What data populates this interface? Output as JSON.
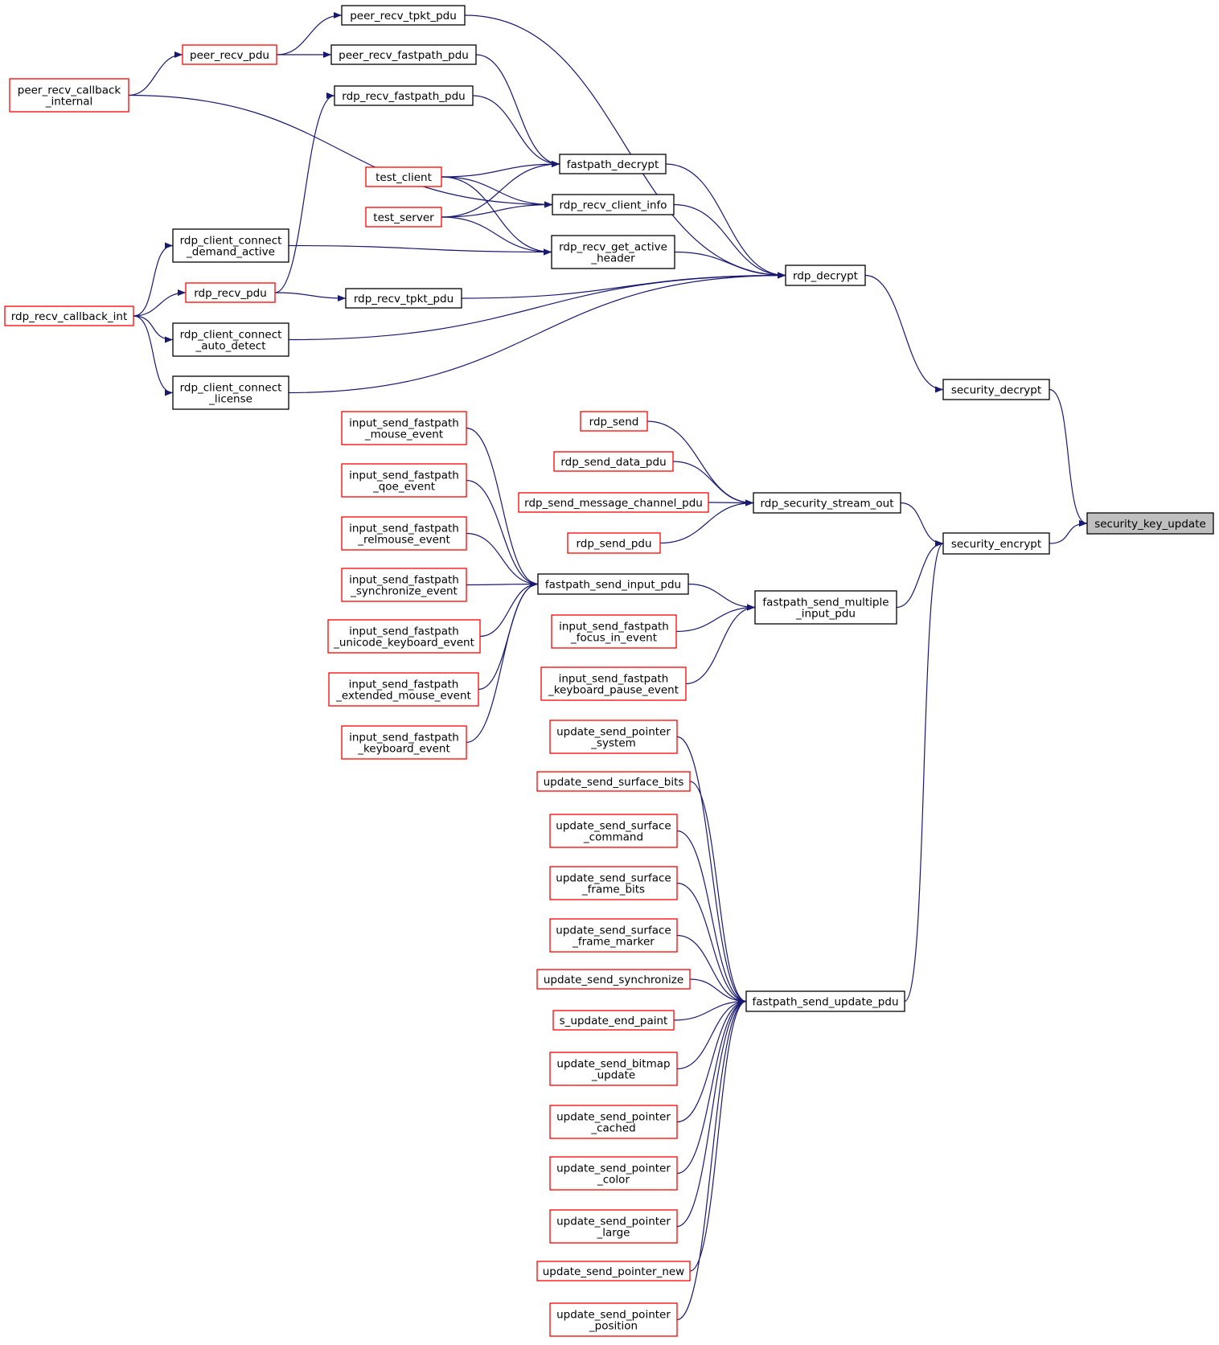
{
  "graph": {
    "title": "",
    "colors": {
      "edge": "#191970",
      "linked_border": "#ff0000",
      "plain_border": "#000000",
      "highlight_fill": "#bfbfbf",
      "background": "#ffffff"
    },
    "nodes": [
      {
        "id": "peer_recv_tpkt_pdu",
        "lines": [
          "peer_recv_tpkt_pdu"
        ],
        "style": "plain"
      },
      {
        "id": "peer_recv_pdu",
        "lines": [
          "peer_recv_pdu"
        ],
        "style": "linked"
      },
      {
        "id": "peer_recv_fastpath_pdu",
        "lines": [
          "peer_recv_fastpath_pdu"
        ],
        "style": "plain"
      },
      {
        "id": "peer_recv_callback_internal",
        "lines": [
          "peer_recv_callback",
          "_internal"
        ],
        "style": "linked"
      },
      {
        "id": "rdp_recv_fastpath_pdu",
        "lines": [
          "rdp_recv_fastpath_pdu"
        ],
        "style": "plain"
      },
      {
        "id": "fastpath_decrypt",
        "lines": [
          "fastpath_decrypt"
        ],
        "style": "plain"
      },
      {
        "id": "test_client",
        "lines": [
          "test_client"
        ],
        "style": "linked"
      },
      {
        "id": "rdp_recv_client_info",
        "lines": [
          "rdp_recv_client_info"
        ],
        "style": "plain"
      },
      {
        "id": "test_server",
        "lines": [
          "test_server"
        ],
        "style": "linked"
      },
      {
        "id": "rdp_client_connect_demand_active",
        "lines": [
          "rdp_client_connect",
          "_demand_active"
        ],
        "style": "plain"
      },
      {
        "id": "rdp_recv_get_active_header",
        "lines": [
          "rdp_recv_get_active",
          "_header"
        ],
        "style": "plain"
      },
      {
        "id": "rdp_decrypt",
        "lines": [
          "rdp_decrypt"
        ],
        "style": "plain"
      },
      {
        "id": "rdp_recv_pdu",
        "lines": [
          "rdp_recv_pdu"
        ],
        "style": "linked"
      },
      {
        "id": "rdp_recv_tpkt_pdu",
        "lines": [
          "rdp_recv_tpkt_pdu"
        ],
        "style": "plain"
      },
      {
        "id": "rdp_recv_callback_int",
        "lines": [
          "rdp_recv_callback_int"
        ],
        "style": "linked"
      },
      {
        "id": "rdp_client_connect_auto_detect",
        "lines": [
          "rdp_client_connect",
          "_auto_detect"
        ],
        "style": "plain"
      },
      {
        "id": "rdp_client_connect_license",
        "lines": [
          "rdp_client_connect",
          "_license"
        ],
        "style": "plain"
      },
      {
        "id": "security_decrypt",
        "lines": [
          "security_decrypt"
        ],
        "style": "plain"
      },
      {
        "id": "input_send_fastpath_mouse_event",
        "lines": [
          "input_send_fastpath",
          "_mouse_event"
        ],
        "style": "linked"
      },
      {
        "id": "rdp_send",
        "lines": [
          "rdp_send"
        ],
        "style": "linked"
      },
      {
        "id": "rdp_send_data_pdu",
        "lines": [
          "rdp_send_data_pdu"
        ],
        "style": "linked"
      },
      {
        "id": "input_send_fastpath_qoe_event",
        "lines": [
          "input_send_fastpath",
          "_qoe_event"
        ],
        "style": "linked"
      },
      {
        "id": "rdp_send_message_channel_pdu",
        "lines": [
          "rdp_send_message_channel_pdu"
        ],
        "style": "linked"
      },
      {
        "id": "rdp_security_stream_out",
        "lines": [
          "rdp_security_stream_out"
        ],
        "style": "plain"
      },
      {
        "id": "security_key_update",
        "lines": [
          "security_key_update"
        ],
        "style": "highlight"
      },
      {
        "id": "input_send_fastpath_relmouse_event",
        "lines": [
          "input_send_fastpath",
          "_relmouse_event"
        ],
        "style": "linked"
      },
      {
        "id": "rdp_send_pdu",
        "lines": [
          "rdp_send_pdu"
        ],
        "style": "linked"
      },
      {
        "id": "security_encrypt",
        "lines": [
          "security_encrypt"
        ],
        "style": "plain"
      },
      {
        "id": "input_send_fastpath_synchronize_event",
        "lines": [
          "input_send_fastpath",
          "_synchronize_event"
        ],
        "style": "linked"
      },
      {
        "id": "fastpath_send_input_pdu",
        "lines": [
          "fastpath_send_input_pdu"
        ],
        "style": "plain"
      },
      {
        "id": "fastpath_send_multiple_input_pdu",
        "lines": [
          "fastpath_send_multiple",
          "_input_pdu"
        ],
        "style": "plain"
      },
      {
        "id": "input_send_fastpath_unicode_keyboard_event",
        "lines": [
          "input_send_fastpath",
          "_unicode_keyboard_event"
        ],
        "style": "linked"
      },
      {
        "id": "input_send_fastpath_focus_in_event",
        "lines": [
          "input_send_fastpath",
          "_focus_in_event"
        ],
        "style": "linked"
      },
      {
        "id": "input_send_fastpath_extended_mouse_event",
        "lines": [
          "input_send_fastpath",
          "_extended_mouse_event"
        ],
        "style": "linked"
      },
      {
        "id": "input_send_fastpath_keyboard_pause_event",
        "lines": [
          "input_send_fastpath",
          "_keyboard_pause_event"
        ],
        "style": "linked"
      },
      {
        "id": "input_send_fastpath_keyboard_event",
        "lines": [
          "input_send_fastpath",
          "_keyboard_event"
        ],
        "style": "linked"
      },
      {
        "id": "update_send_pointer_system",
        "lines": [
          "update_send_pointer",
          "_system"
        ],
        "style": "linked"
      },
      {
        "id": "update_send_surface_bits",
        "lines": [
          "update_send_surface_bits"
        ],
        "style": "linked"
      },
      {
        "id": "update_send_surface_command",
        "lines": [
          "update_send_surface",
          "_command"
        ],
        "style": "linked"
      },
      {
        "id": "update_send_surface_frame_bits",
        "lines": [
          "update_send_surface",
          "_frame_bits"
        ],
        "style": "linked"
      },
      {
        "id": "update_send_surface_frame_marker",
        "lines": [
          "update_send_surface",
          "_frame_marker"
        ],
        "style": "linked"
      },
      {
        "id": "update_send_synchronize",
        "lines": [
          "update_send_synchronize"
        ],
        "style": "linked"
      },
      {
        "id": "fastpath_send_update_pdu",
        "lines": [
          "fastpath_send_update_pdu"
        ],
        "style": "plain"
      },
      {
        "id": "s_update_end_paint",
        "lines": [
          "s_update_end_paint"
        ],
        "style": "linked"
      },
      {
        "id": "update_send_bitmap_update",
        "lines": [
          "update_send_bitmap",
          "_update"
        ],
        "style": "linked"
      },
      {
        "id": "update_send_pointer_cached",
        "lines": [
          "update_send_pointer",
          "_cached"
        ],
        "style": "linked"
      },
      {
        "id": "update_send_pointer_color",
        "lines": [
          "update_send_pointer",
          "_color"
        ],
        "style": "linked"
      },
      {
        "id": "update_send_pointer_large",
        "lines": [
          "update_send_pointer",
          "_large"
        ],
        "style": "linked"
      },
      {
        "id": "update_send_pointer_new",
        "lines": [
          "update_send_pointer_new"
        ],
        "style": "linked"
      },
      {
        "id": "update_send_pointer_position",
        "lines": [
          "update_send_pointer",
          "_position"
        ],
        "style": "linked"
      }
    ],
    "edges": [
      [
        "peer_recv_tpkt_pdu",
        "peer_recv_pdu"
      ],
      [
        "peer_recv_fastpath_pdu",
        "peer_recv_pdu"
      ],
      [
        "peer_recv_pdu",
        "peer_recv_callback_internal"
      ],
      [
        "rdp_decrypt",
        "peer_recv_tpkt_pdu"
      ],
      [
        "fastpath_decrypt",
        "peer_recv_fastpath_pdu"
      ],
      [
        "fastpath_decrypt",
        "rdp_recv_fastpath_pdu"
      ],
      [
        "rdp_recv_fastpath_pdu",
        "rdp_recv_pdu"
      ],
      [
        "fastpath_decrypt",
        "test_client"
      ],
      [
        "fastpath_decrypt",
        "test_server"
      ],
      [
        "rdp_recv_client_info",
        "peer_recv_callback_internal"
      ],
      [
        "rdp_recv_client_info",
        "test_client"
      ],
      [
        "rdp_recv_client_info",
        "test_server"
      ],
      [
        "rdp_recv_get_active_header",
        "test_client"
      ],
      [
        "rdp_recv_get_active_header",
        "test_server"
      ],
      [
        "rdp_recv_get_active_header",
        "rdp_client_connect_demand_active"
      ],
      [
        "rdp_client_connect_demand_active",
        "rdp_recv_callback_int"
      ],
      [
        "rdp_recv_pdu",
        "rdp_recv_callback_int"
      ],
      [
        "rdp_client_connect_auto_detect",
        "rdp_recv_callback_int"
      ],
      [
        "rdp_client_connect_license",
        "rdp_recv_callback_int"
      ],
      [
        "rdp_recv_tpkt_pdu",
        "rdp_recv_pdu"
      ],
      [
        "rdp_decrypt",
        "fastpath_decrypt"
      ],
      [
        "rdp_decrypt",
        "rdp_recv_client_info"
      ],
      [
        "rdp_decrypt",
        "rdp_recv_get_active_header"
      ],
      [
        "rdp_decrypt",
        "rdp_recv_tpkt_pdu"
      ],
      [
        "rdp_decrypt",
        "rdp_client_connect_auto_detect"
      ],
      [
        "rdp_decrypt",
        "rdp_client_connect_license"
      ],
      [
        "security_decrypt",
        "rdp_decrypt"
      ],
      [
        "security_key_update",
        "security_decrypt"
      ],
      [
        "security_key_update",
        "security_encrypt"
      ],
      [
        "security_encrypt",
        "rdp_security_stream_out"
      ],
      [
        "rdp_security_stream_out",
        "rdp_send"
      ],
      [
        "rdp_security_stream_out",
        "rdp_send_data_pdu"
      ],
      [
        "rdp_security_stream_out",
        "rdp_send_message_channel_pdu"
      ],
      [
        "rdp_security_stream_out",
        "rdp_send_pdu"
      ],
      [
        "security_encrypt",
        "fastpath_send_multiple_input_pdu"
      ],
      [
        "security_encrypt",
        "fastpath_send_update_pdu"
      ],
      [
        "fastpath_send_multiple_input_pdu",
        "fastpath_send_input_pdu"
      ],
      [
        "fastpath_send_multiple_input_pdu",
        "input_send_fastpath_focus_in_event"
      ],
      [
        "fastpath_send_multiple_input_pdu",
        "input_send_fastpath_keyboard_pause_event"
      ],
      [
        "fastpath_send_input_pdu",
        "input_send_fastpath_mouse_event"
      ],
      [
        "fastpath_send_input_pdu",
        "input_send_fastpath_qoe_event"
      ],
      [
        "fastpath_send_input_pdu",
        "input_send_fastpath_relmouse_event"
      ],
      [
        "fastpath_send_input_pdu",
        "input_send_fastpath_synchronize_event"
      ],
      [
        "fastpath_send_input_pdu",
        "input_send_fastpath_unicode_keyboard_event"
      ],
      [
        "fastpath_send_input_pdu",
        "input_send_fastpath_extended_mouse_event"
      ],
      [
        "fastpath_send_input_pdu",
        "input_send_fastpath_keyboard_event"
      ],
      [
        "fastpath_send_update_pdu",
        "update_send_pointer_system"
      ],
      [
        "fastpath_send_update_pdu",
        "update_send_surface_bits"
      ],
      [
        "fastpath_send_update_pdu",
        "update_send_surface_command"
      ],
      [
        "fastpath_send_update_pdu",
        "update_send_surface_frame_bits"
      ],
      [
        "fastpath_send_update_pdu",
        "update_send_surface_frame_marker"
      ],
      [
        "fastpath_send_update_pdu",
        "update_send_synchronize"
      ],
      [
        "fastpath_send_update_pdu",
        "s_update_end_paint"
      ],
      [
        "fastpath_send_update_pdu",
        "update_send_bitmap_update"
      ],
      [
        "fastpath_send_update_pdu",
        "update_send_pointer_cached"
      ],
      [
        "fastpath_send_update_pdu",
        "update_send_pointer_color"
      ],
      [
        "fastpath_send_update_pdu",
        "update_send_pointer_large"
      ],
      [
        "fastpath_send_update_pdu",
        "update_send_pointer_new"
      ],
      [
        "fastpath_send_update_pdu",
        "update_send_pointer_position"
      ]
    ]
  }
}
